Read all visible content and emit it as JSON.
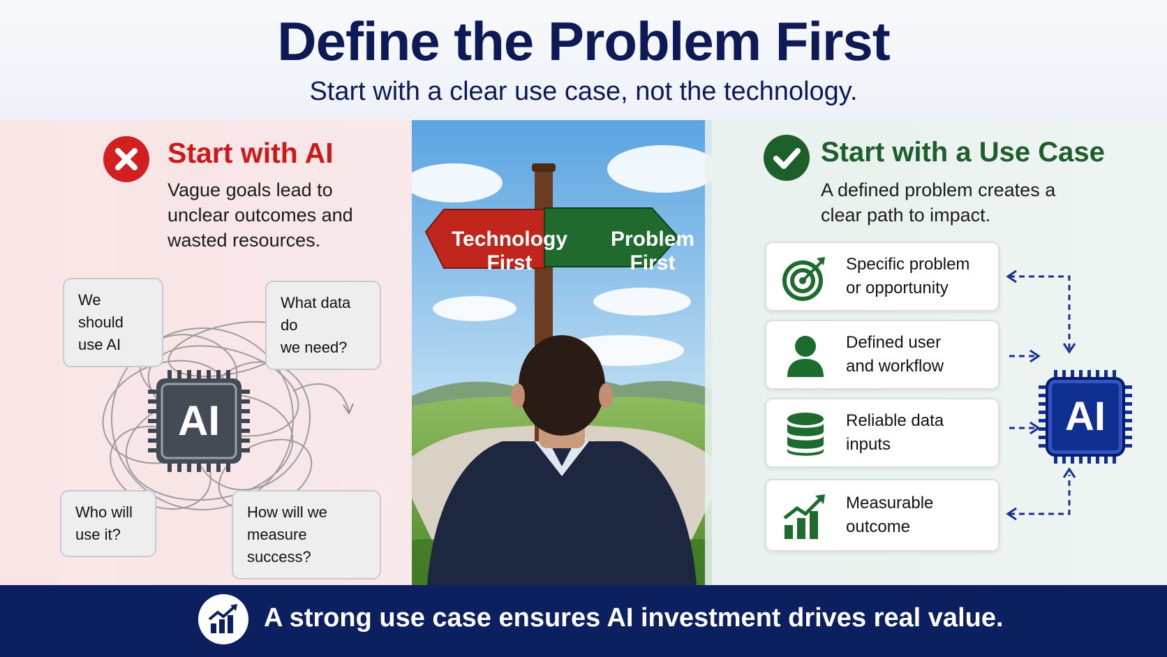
{
  "header": {
    "title": "Define the Problem First",
    "subtitle": "Start with a clear use case, not the technology."
  },
  "left": {
    "heading": "Start with AI",
    "description": "Vague goals lead to unclear outcomes and wasted resources.",
    "chip_label": "AI",
    "bubbles": [
      {
        "lines": [
          "We should",
          "use AI"
        ]
      },
      {
        "lines": [
          "What data do",
          "we need?"
        ]
      },
      {
        "lines": [
          "Who will",
          "use it?"
        ]
      },
      {
        "lines": [
          "How will we",
          "measure success?"
        ]
      }
    ],
    "accent_color": "#cc1a1a",
    "icon": "close-icon"
  },
  "signpost": {
    "left_sign": [
      "Technology",
      "First"
    ],
    "right_sign": [
      "Problem",
      "First"
    ],
    "left_color": "#c0261c",
    "right_color": "#1f6a2c"
  },
  "right": {
    "heading": "Start with a Use Case",
    "description": "A defined problem creates a clear path to impact.",
    "accent_color": "#1d5e2b",
    "icon": "check-icon",
    "items": [
      {
        "icon": "target-icon",
        "lines": [
          "Specific problem",
          "or opportunity"
        ]
      },
      {
        "icon": "user-icon",
        "lines": [
          "Defined user",
          "and workflow"
        ]
      },
      {
        "icon": "database-icon",
        "lines": [
          "Reliable data",
          "inputs"
        ]
      },
      {
        "icon": "growth-chart-icon",
        "lines": [
          "Measurable",
          "outcome"
        ]
      }
    ],
    "chip_label": "AI",
    "chip_color": "#0f2f91"
  },
  "footer": {
    "text": "A strong use case ensures AI investment drives real value.",
    "icon": "growth-chart-icon",
    "color": "#0c1f5f"
  }
}
